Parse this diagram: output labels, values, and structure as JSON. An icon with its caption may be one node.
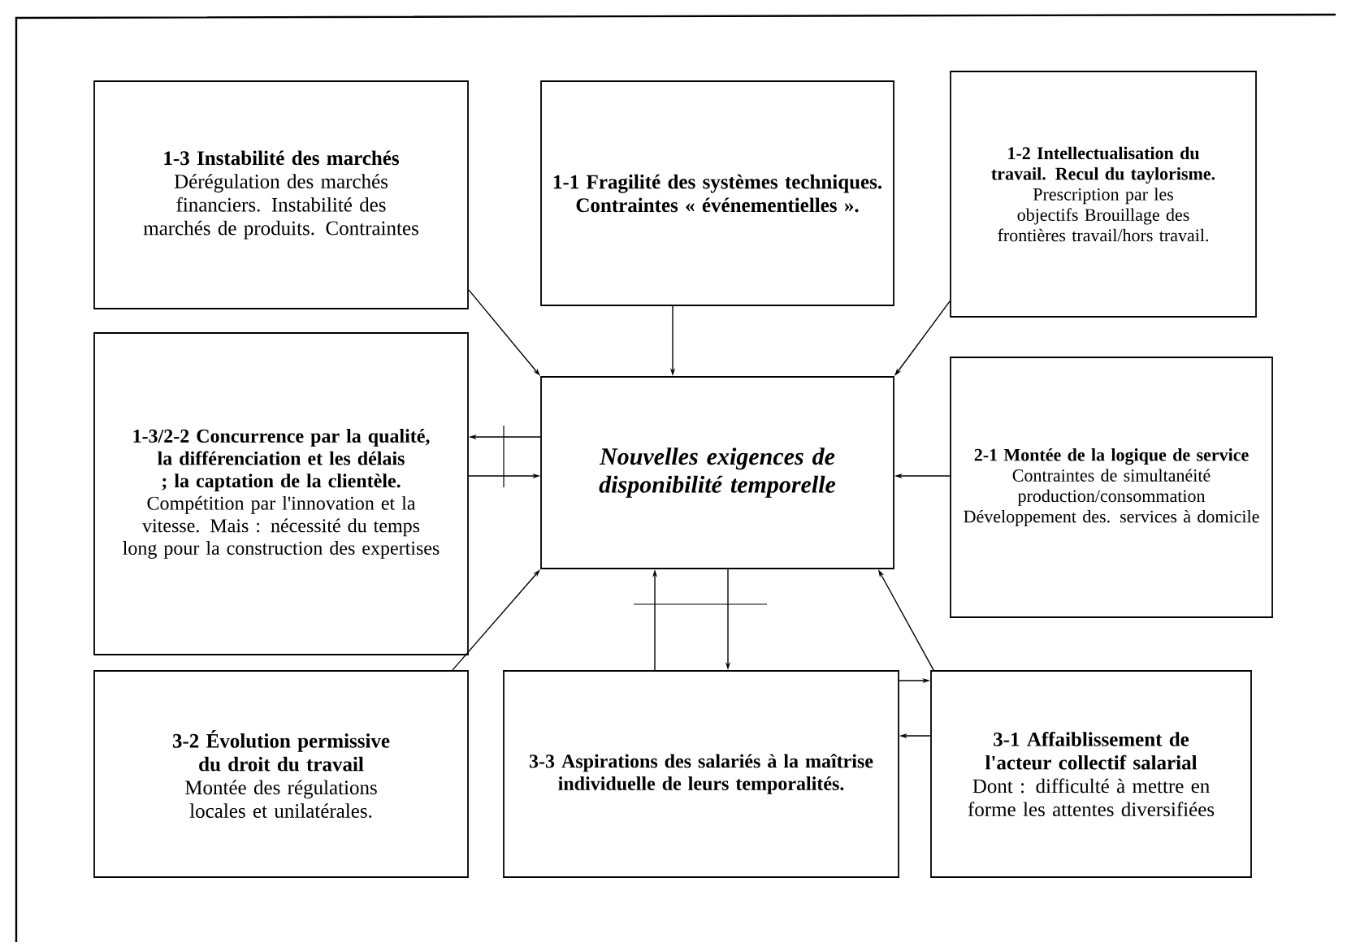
{
  "diagram": {
    "nodes": [
      {
        "text": [
          "1-3 Instabilité des marchés",
          "Dérégulation des marchés financiers. Instabilité des marchés de produits. Contraintes"
        ]
      },
      {
        "text": [
          "1-1 Fragilité des systèmes techniques. Contraintes « événementielles »."
        ]
      },
      {
        "text": [
          "1-2 Intellectualisation du travail. Recul du taylorisme.",
          "Prescription par les objectifs Brouillage des frontières travail/hors travail."
        ]
      },
      {
        "text": [
          "1-3/2-2 Concurrence par la qualité, la différenciation et les délais ; la captation de la clientèle.",
          "Compétition par l'innovation et la vitesse. Mais : nécessité du temps long pour la construction des expertises"
        ]
      },
      {
        "text": [
          "Nouvelles exigences de disponibilité temporelle"
        ]
      },
      {
        "text": [
          "2-1 Montée de la logique de service",
          "Contraintes de simultanéité production/consommation Développement des. services à domicile"
        ]
      },
      {
        "text": [
          "3-2 Évolution permissive du droit du travail",
          "Montée des régulations locales et unilatérales."
        ]
      },
      {
        "text": [
          "3-3 Aspirations des salariés à la maîtrise individuelle de leurs temporalités."
        ]
      },
      {
        "text": [
          "3-1 Affaiblissement de l'acteur collectif salarial",
          "Dont : difficulté à mettre en forme les attentes diversifiées"
        ]
      }
    ],
    "edges": [
      {
        "from": 0,
        "to": 4,
        "arrow": "to"
      },
      {
        "from": 1,
        "to": 4,
        "arrow": "to"
      },
      {
        "from": 2,
        "to": 4,
        "arrow": "to"
      },
      {
        "from": 4,
        "to": 3,
        "arrow": "to"
      },
      {
        "from": 3,
        "to": 4,
        "arrow": "to"
      },
      {
        "from": 5,
        "to": 4,
        "arrow": "to"
      },
      {
        "from": 6,
        "to": 4,
        "arrow": "to"
      },
      {
        "from": 4,
        "to": 7,
        "arrow": "to"
      },
      {
        "from": 7,
        "to": 4,
        "arrow": "to"
      },
      {
        "from": 8,
        "to": 4,
        "arrow": "to"
      },
      {
        "from": 7,
        "to": 8,
        "arrow": "to"
      },
      {
        "from": 8,
        "to": 7,
        "arrow": "to"
      }
    ]
  }
}
